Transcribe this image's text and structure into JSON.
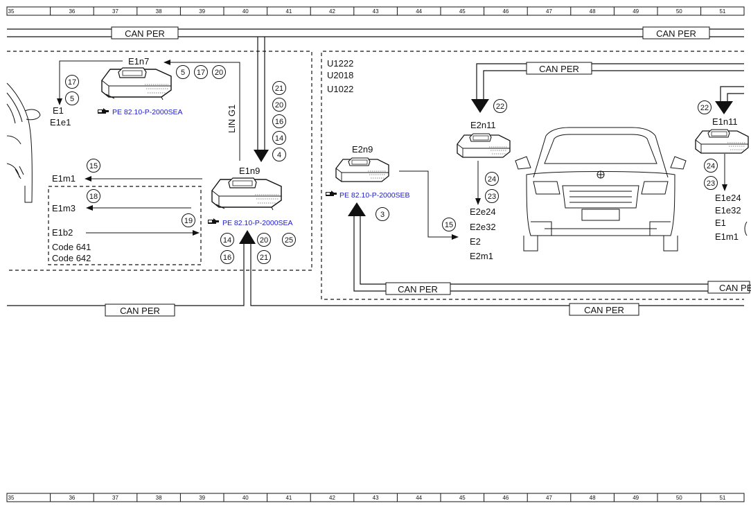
{
  "ruler": {
    "numbers": [
      "35",
      "36",
      "37",
      "38",
      "39",
      "40",
      "41",
      "42",
      "43",
      "44",
      "45",
      "46",
      "47",
      "48",
      "49",
      "50",
      "51"
    ]
  },
  "bus": {
    "can_per": "CAN PER",
    "lin_g1": "LIN G1"
  },
  "modules": {
    "e1n7": "E1n7",
    "e1n9": "E1n9",
    "e2n9": "E2n9",
    "e2n11": "E2n11",
    "e1n11": "E1n11"
  },
  "refs": {
    "sea": "PE 82.10-P-2000SEA",
    "seb": "PE 82.10-P-2000SEB"
  },
  "labels": {
    "e1": "E1",
    "e1e1": "E1e1",
    "e1m1": "E1m1",
    "e1m3": "E1m3",
    "e1b2": "E1b2",
    "code641": "Code 641",
    "code642": "Code 642",
    "u1222": "U1222",
    "u2018": "U2018",
    "u1022": "U1022",
    "e2e24": "E2e24",
    "e2e32": "E2e32",
    "e2": "E2",
    "e2m1": "E2m1",
    "e1e24": "E1e24",
    "e1e32": "E1e32",
    "e1_right": "E1",
    "e1m1_right": "E1m1"
  },
  "circles": {
    "c17a": "17",
    "c5a": "5",
    "c5b": "5",
    "c17b": "17",
    "c20a": "20",
    "c21a": "21",
    "c20b": "20",
    "c16a": "16",
    "c14a": "14",
    "c4": "4",
    "c15a": "15",
    "c18": "18",
    "c19": "19",
    "c14b": "14",
    "c16b": "16",
    "c20c": "20",
    "c21b": "21",
    "c25": "25",
    "c3": "3",
    "c15b": "15",
    "c22a": "22",
    "c24a": "24",
    "c23a": "23",
    "c22b": "22",
    "c24b": "24",
    "c23b": "23"
  }
}
